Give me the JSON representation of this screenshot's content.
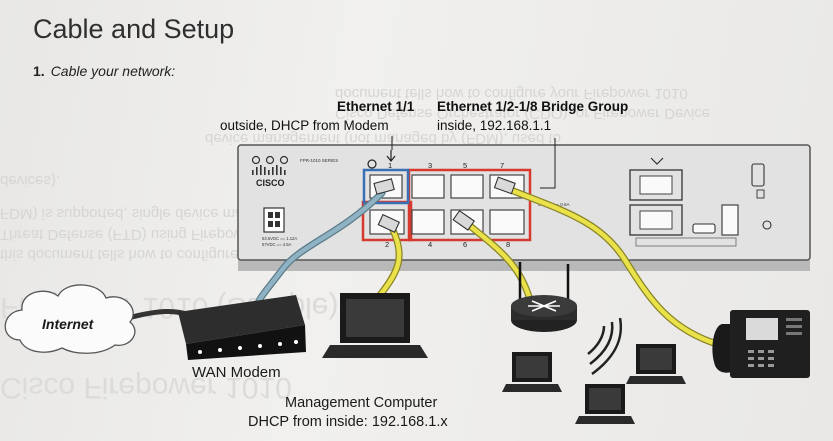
{
  "header": {
    "title": "Cable and Setup",
    "step_number": "1.",
    "step_text": "Cable your network:"
  },
  "callouts": {
    "eth11_title": "Ethernet 1/1",
    "eth11_desc": "outside, DHCP from Modem",
    "bridge_title": "Ethernet 1/2-1/8 Bridge Group",
    "bridge_desc": "inside, 192.168.1.1"
  },
  "device": {
    "brand": "CISCO",
    "model": "FPR-1010 SERIES",
    "port_labels": [
      "1",
      "2",
      "3",
      "4",
      "5",
      "6",
      "7",
      "8"
    ],
    "poe_label": "54VDC == 0.6A",
    "power_label_1": "53.5VDC == 1.12A",
    "power_label_2": "57VDC == 4.5A"
  },
  "nodes": {
    "internet": "Internet",
    "wan_modem": "WAN Modem",
    "mgmt_line1": "Management Computer",
    "mgmt_line2": "DHCP from inside: 192.168.1.x"
  },
  "colors": {
    "cable_yellow": "#e9e24a",
    "cable_blue": "#8fb3c4",
    "outside_port_frame": "#3b6fb5",
    "inside_port_frame": "#d63a2e",
    "chassis": "#e2e2e2"
  }
}
